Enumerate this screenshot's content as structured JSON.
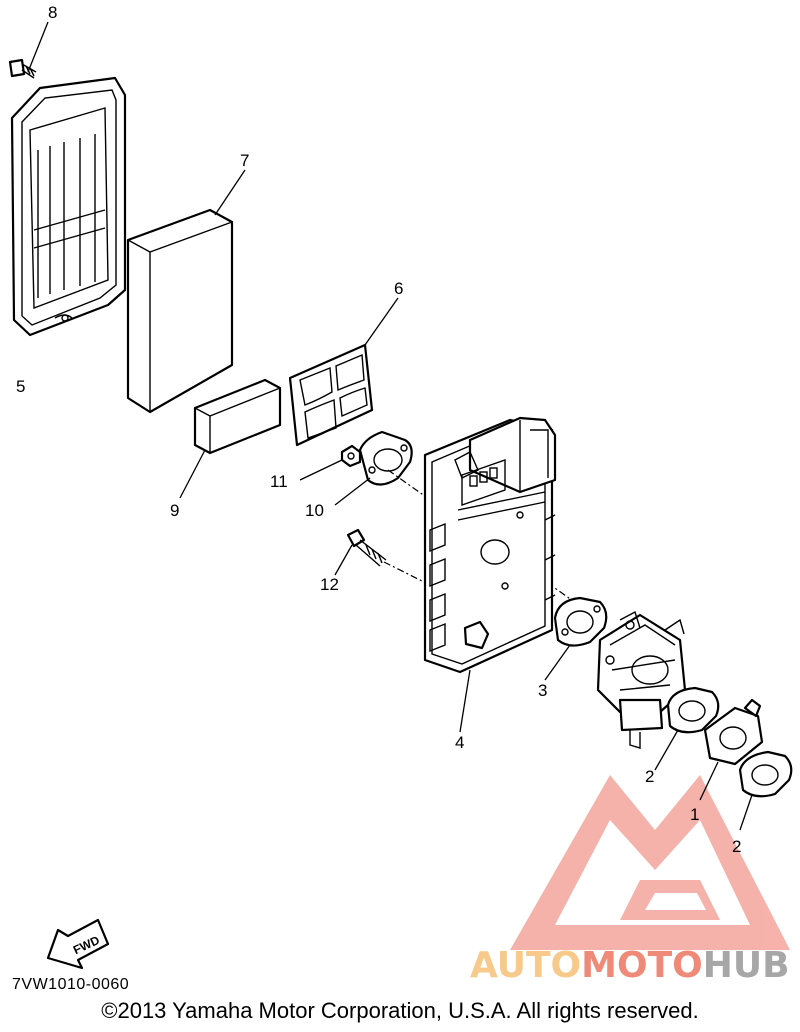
{
  "diagram": {
    "callouts": [
      "1",
      "2",
      "2",
      "3",
      "4",
      "5",
      "6",
      "7",
      "8",
      "9",
      "10",
      "11",
      "12"
    ],
    "fwd_label": "FWD",
    "diagram_code": "7VW1010-0060",
    "copyright": "©2013 Yamaha Motor Corporation, U.S.A. All rights reserved."
  },
  "watermark": {
    "part1": "AUTO",
    "part2": "MOTO",
    "part3": "HUB",
    "colors": {
      "auto": "#f7c98a",
      "moto": "#f08a78",
      "hub": "#a7a7a7",
      "logo": "#f28b82"
    }
  }
}
